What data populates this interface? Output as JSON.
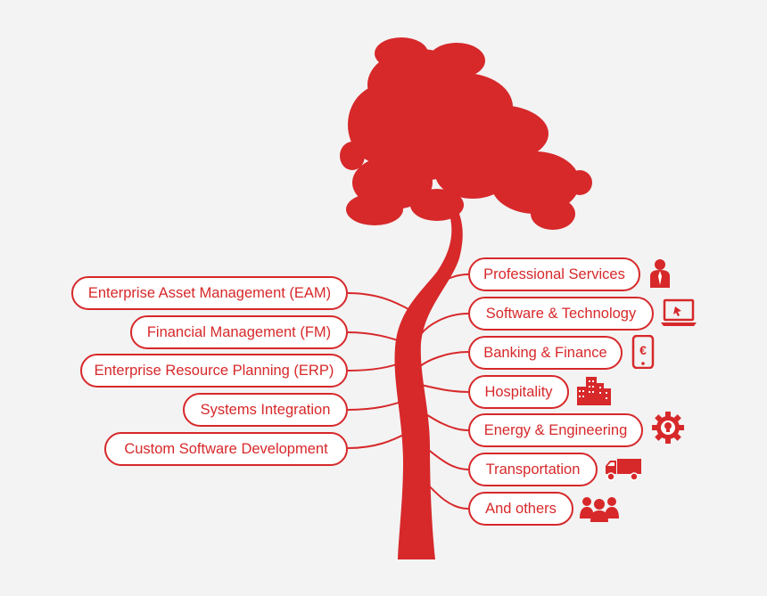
{
  "colors": {
    "accent": "#d7282a",
    "background": "#f3f3f3",
    "pill_fill": "#ffffff"
  },
  "diagram": {
    "left_items": [
      {
        "label": "Enterprise Asset Management (EAM)"
      },
      {
        "label": "Financial Management (FM)"
      },
      {
        "label": "Enterprise Resource Planning (ERP)"
      },
      {
        "label": "Systems Integration"
      },
      {
        "label": "Custom Software Development"
      }
    ],
    "right_items": [
      {
        "label": "Professional Services",
        "icon": "person-icon"
      },
      {
        "label": "Software & Technology",
        "icon": "laptop-icon"
      },
      {
        "label": "Banking & Finance",
        "icon": "phone-euro-icon"
      },
      {
        "label": "Hospitality",
        "icon": "buildings-icon"
      },
      {
        "label": "Energy & Engineering",
        "icon": "gear-bulb-icon"
      },
      {
        "label": "Transportation",
        "icon": "truck-icon"
      },
      {
        "label": "And others",
        "icon": "people-group-icon"
      }
    ]
  }
}
